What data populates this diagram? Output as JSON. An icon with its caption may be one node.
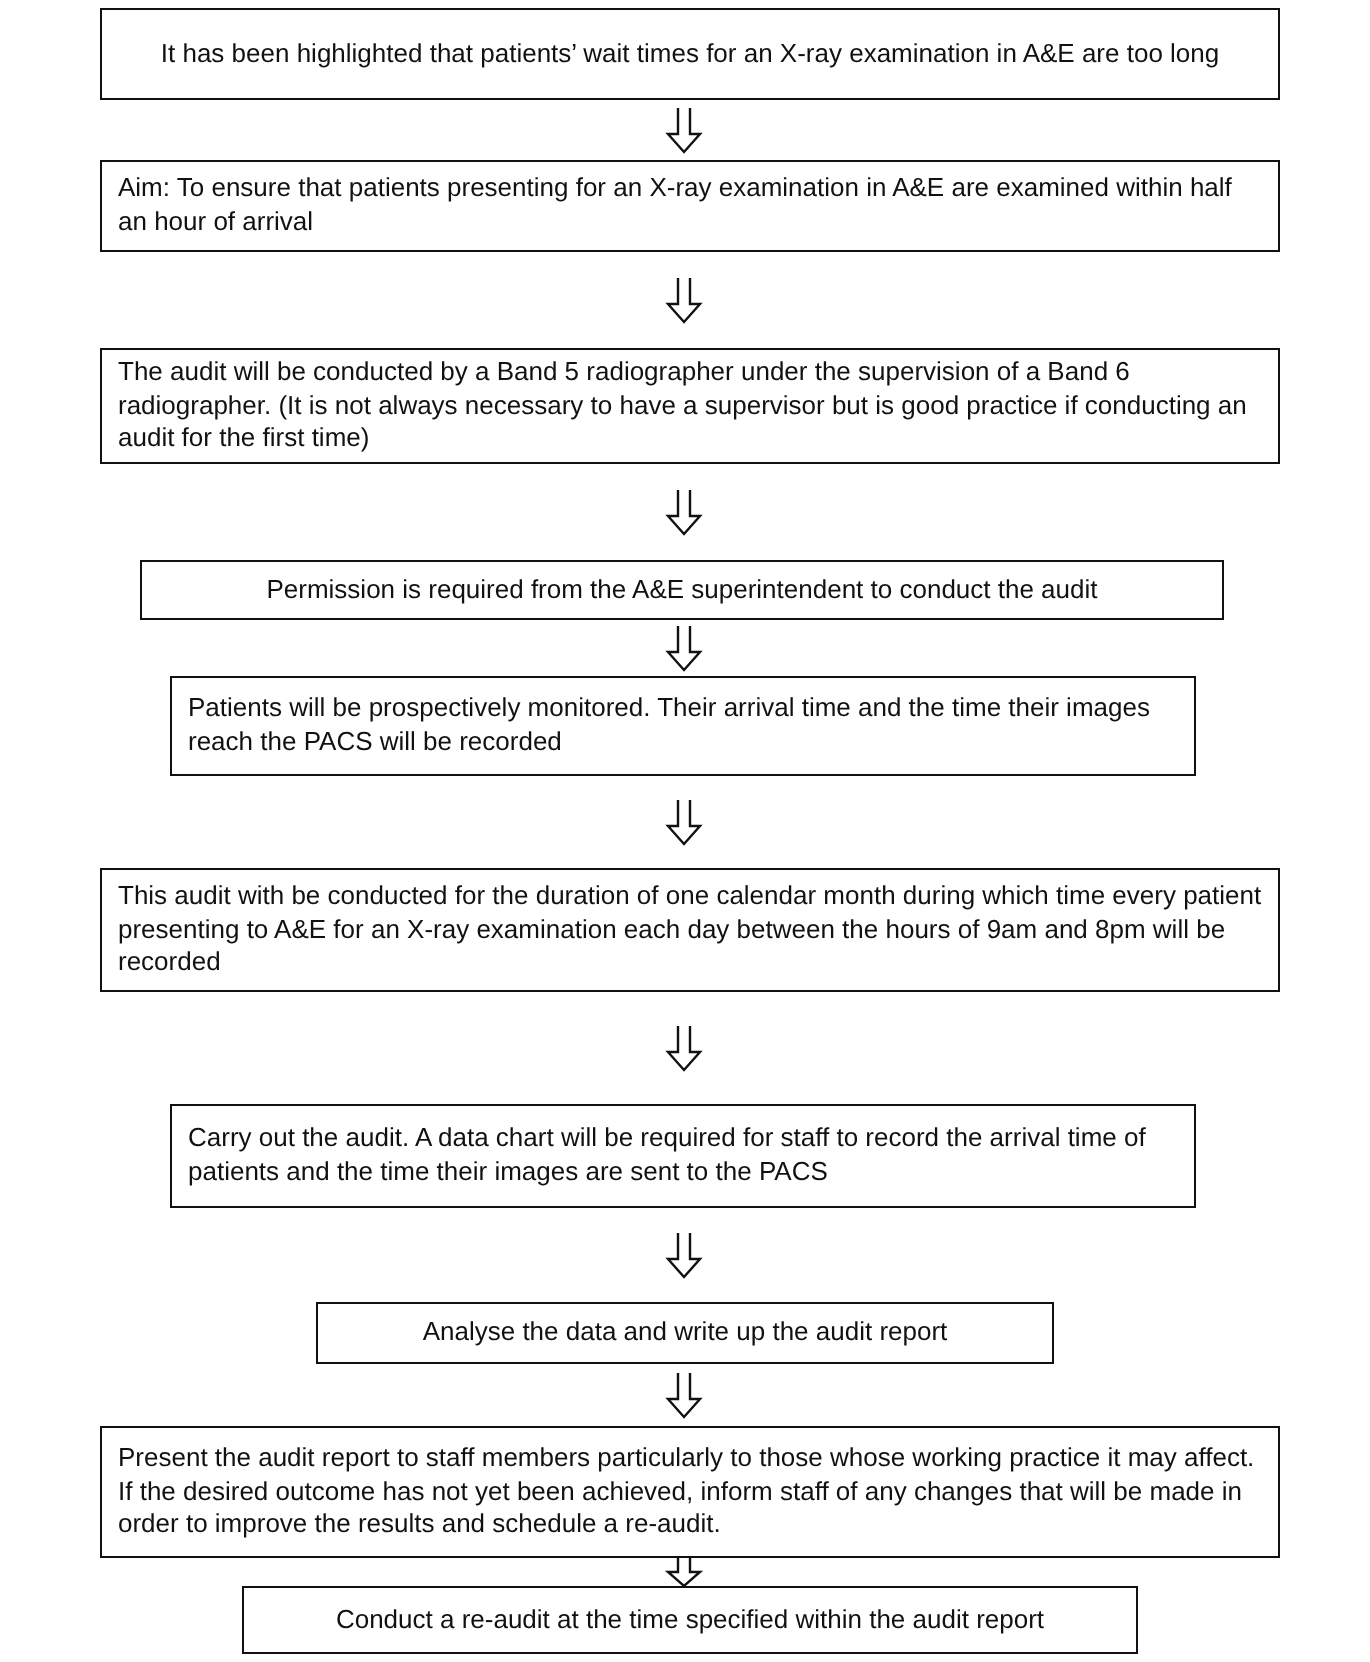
{
  "diagram": {
    "nodes": [
      {
        "text": [
          "It has been highlighted that patients’ wait times for an X-ray examination in A&E are too long"
        ]
      },
      {
        "text": [
          "Aim: To ensure that patients presenting for an X-ray examination in A&E are examined within half an hour of arrival"
        ]
      },
      {
        "text": [
          "The audit will be conducted by a Band 5 radiographer under the supervision of a Band 6 radiographer. (It is not always necessary to have a supervisor but is good practice if conducting an audit for the first time)"
        ]
      },
      {
        "text": [
          "Permission is required from the A&E superintendent to conduct the audit"
        ]
      },
      {
        "text": [
          "Patients will be prospectively monitored. Their arrival time and the time their images reach the PACS will be recorded"
        ]
      },
      {
        "text": [
          "This audit with be conducted for the duration of one calendar month during which time every patient presenting to A&E for an X-ray examination each day between the hours of 9am and 8pm will be recorded"
        ]
      },
      {
        "text": [
          "Carry out the audit. A data chart will be required for staff to record the arrival time of patients and the time their images are sent to the PACS"
        ]
      },
      {
        "text": [
          "Analyse the data and write up the audit report"
        ]
      },
      {
        "text": [
          "Present the audit report to staff members particularly to those whose working practice it may affect. If the desired outcome has not yet been achieved, inform staff of any changes that will be made in order to improve the results and schedule a re-audit."
        ]
      },
      {
        "text": [
          "Conduct a re-audit at the time specified within the audit report"
        ]
      }
    ],
    "edges": [
      {
        "from": 0,
        "to": 1,
        "arrow": "to"
      },
      {
        "from": 1,
        "to": 2,
        "arrow": "to"
      },
      {
        "from": 2,
        "to": 3,
        "arrow": "to"
      },
      {
        "from": 3,
        "to": 4,
        "arrow": "to"
      },
      {
        "from": 4,
        "to": 5,
        "arrow": "to"
      },
      {
        "from": 5,
        "to": 6,
        "arrow": "to"
      },
      {
        "from": 6,
        "to": 7,
        "arrow": "to"
      },
      {
        "from": 7,
        "to": 8,
        "arrow": "to"
      },
      {
        "from": 8,
        "to": 9,
        "arrow": "to"
      }
    ]
  }
}
